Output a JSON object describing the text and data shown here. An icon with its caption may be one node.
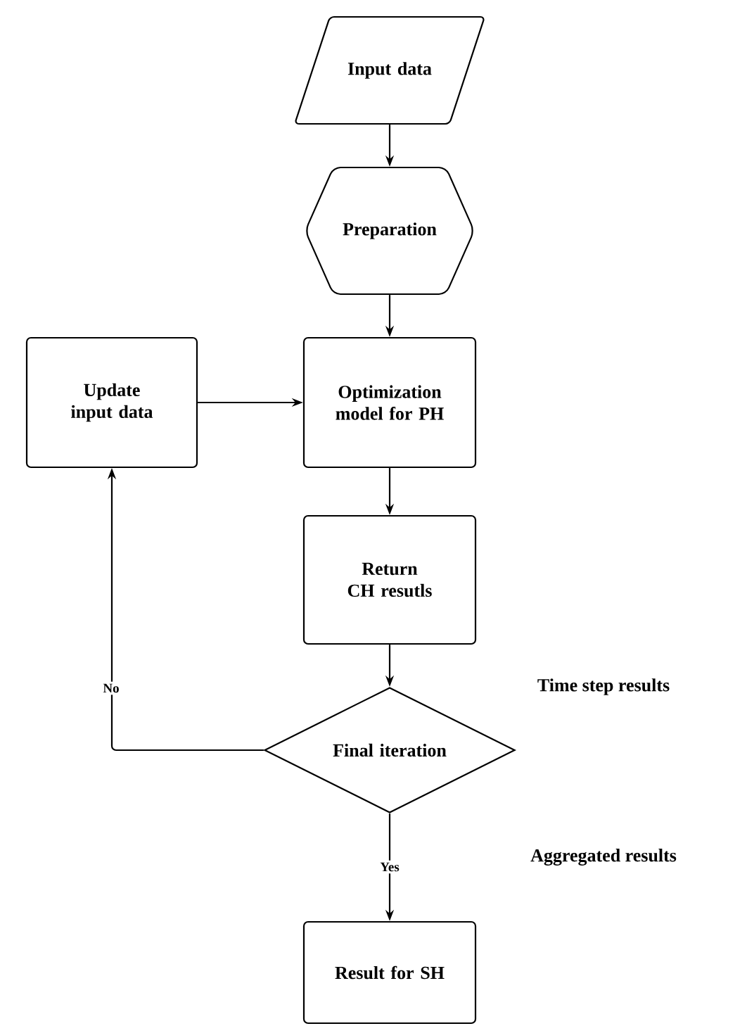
{
  "diagram": {
    "nodes": [
      {
        "text": [
          "Input data"
        ]
      },
      {
        "text": [
          "Preparation"
        ]
      },
      {
        "text": [
          "Update input data"
        ]
      },
      {
        "text": [
          "Optimization model for PH"
        ]
      },
      {
        "text": [
          "Return CH resutls"
        ]
      },
      {
        "text": [
          "Final iteration"
        ]
      },
      {
        "text": [
          "Result for SH"
        ]
      }
    ],
    "edges": [
      {
        "from": 0,
        "to": 1,
        "arrow": "to"
      },
      {
        "from": 1,
        "to": 3,
        "arrow": "to"
      },
      {
        "from": 2,
        "to": 3,
        "arrow": "to"
      },
      {
        "from": 3,
        "to": 4,
        "arrow": "to"
      },
      {
        "from": 4,
        "to": 5,
        "arrow": "to"
      },
      {
        "from": 5,
        "to": 2,
        "arrow": "to",
        "label": "No"
      },
      {
        "from": 5,
        "to": 6,
        "arrow": "to",
        "label": "Yes"
      }
    ],
    "labels": [
      "Time step results",
      "Aggregated results"
    ]
  }
}
